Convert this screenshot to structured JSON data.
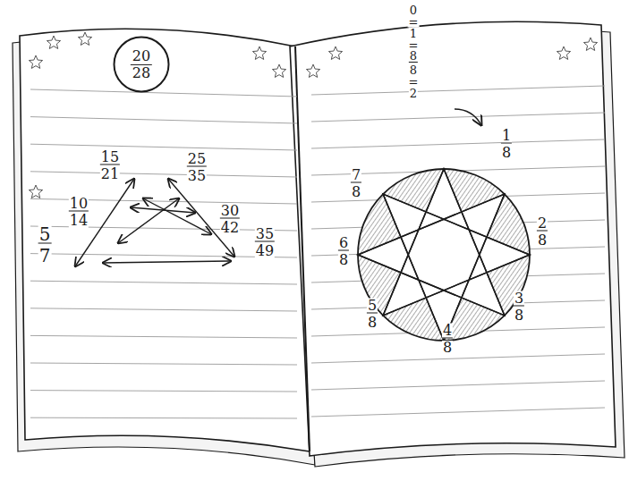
{
  "diagram": {
    "nodes": [
      {
        "text": [
          "20",
          "28"
        ]
      }
    ],
    "labels": [
      "15",
      "21",
      "25",
      "35",
      "10",
      "14",
      "30",
      "42",
      "5",
      "7",
      "35",
      "49",
      "0",
      "=",
      "1",
      "=",
      "8",
      "8",
      "=",
      "2",
      "1",
      "8",
      "2",
      "8",
      "3",
      "8",
      "4",
      "8",
      "5",
      "8",
      "6",
      "8",
      "7",
      "8"
    ]
  }
}
